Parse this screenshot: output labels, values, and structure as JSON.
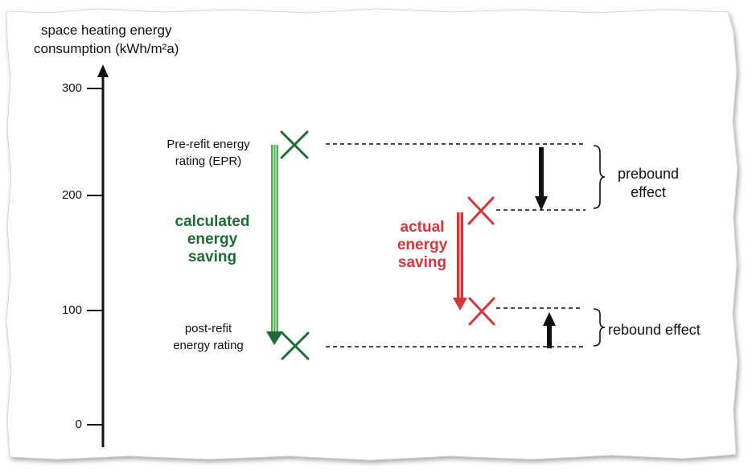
{
  "axis": {
    "title_line1": "space heating energy",
    "title_line2": "consumption (kWh/m²a)",
    "ticks": [
      "300",
      "200",
      "100",
      "0"
    ]
  },
  "markers": {
    "pre_refit_label_line1": "Pre-refit energy",
    "pre_refit_label_line2": "rating (EPR)",
    "post_refit_label_line1": "post-refit",
    "post_refit_label_line2": "energy rating"
  },
  "savings": {
    "calculated_line1": "calculated",
    "calculated_line2": "energy",
    "calculated_line3": "saving",
    "actual_line1": "actual",
    "actual_line2": "energy",
    "actual_line3": "saving"
  },
  "effects": {
    "prebound_line1": "prebound",
    "prebound_line2": "effect",
    "rebound": "rebound effect"
  },
  "colors": {
    "green": "#1f6b34",
    "light_green": "#4caf50",
    "red": "#d8353b",
    "black": "#111111"
  }
}
